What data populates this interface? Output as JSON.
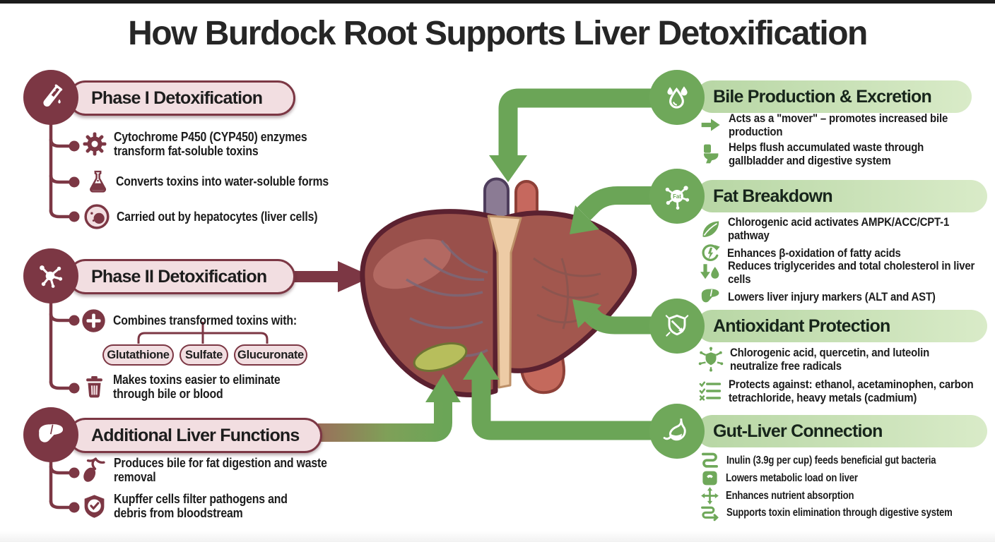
{
  "page": {
    "title": "How Burdock Root Supports Liver Detoxification"
  },
  "colors": {
    "maroon": "#7C3744",
    "maroon_dark": "#5B2130",
    "pill_pink": "#F2DEE1",
    "green": "#6FA85A",
    "arrow_green": "#6BA557",
    "pill_green": "#CDE3BA",
    "olive": "#9A6F5A",
    "text": "#1C1C1C"
  },
  "fat_icon_label": "Fat",
  "left_sections": [
    {
      "title": "Phase I Detoxification",
      "icon": "test-tube-icon",
      "bullets": [
        {
          "icon": "gear-icon",
          "text": "Cytochrome P450 (CYP450) enzymes transform fat-soluble toxins"
        },
        {
          "icon": "flask-icon",
          "text": "Converts toxins into water-soluble forms"
        },
        {
          "icon": "cell-icon",
          "text": "Carried out by hepatocytes (liver cells)"
        }
      ]
    },
    {
      "title": "Phase II Detoxification",
      "icon": "molecule-icon",
      "bullets": [
        {
          "icon": "plus-circle-icon",
          "text": "Combines transformed toxins with:"
        },
        {
          "icon": "trash-icon",
          "text": "Makes toxins easier to eliminate through bile or blood"
        }
      ],
      "conjugates": [
        "Glutathione",
        "Sulfate",
        "Glucuronate"
      ]
    },
    {
      "title": "Additional Liver Functions",
      "icon": "liver-icon",
      "bullets": [
        {
          "icon": "gallbladder-icon",
          "text": "Produces bile for fat digestion and waste removal"
        },
        {
          "icon": "shield-check-icon",
          "text": "Kupffer cells filter pathogens and debris from bloodstream"
        }
      ]
    }
  ],
  "right_sections": [
    {
      "title": "Bile Production & Excretion",
      "icon": "water-drops-icon",
      "bullets": [
        {
          "icon": "arrow-right-icon",
          "text": "Acts as a \"mover\" – promotes increased bile production"
        },
        {
          "icon": "toilet-icon",
          "text": "Helps flush accumulated waste through gallbladder and digestive system"
        }
      ]
    },
    {
      "title": "Fat Breakdown",
      "icon": "fat-molecule-icon",
      "bullets": [
        {
          "icon": "leaf-icon",
          "text": "Chlorogenic acid activates AMPK/ACC/CPT-1 pathway"
        },
        {
          "icon": "beta-oxidation-icon",
          "text": "Enhances β-oxidation of fatty acids"
        },
        {
          "icon": "reduce-lipids-icon",
          "text": "Reduces triglycerides and total cholesterol in liver cells"
        },
        {
          "icon": "liver-markers-icon",
          "text": "Lowers liver injury markers (ALT and AST)"
        }
      ]
    },
    {
      "title": "Antioxidant Protection",
      "icon": "shield-arrows-icon",
      "bullets": [
        {
          "icon": "radical-shield-icon",
          "text": "Chlorogenic acid, quercetin, and luteolin neutralize free radicals"
        },
        {
          "icon": "checklist-icon",
          "text": "Protects against: ethanol, acetaminophen, carbon tetrachloride, heavy metals (cadmium)"
        }
      ]
    },
    {
      "title": "Gut-Liver Connection",
      "icon": "stomach-icon",
      "bullets": [
        {
          "icon": "intestine-icon",
          "text": "Inulin (3.9g per cup) feeds beneficial gut bacteria"
        },
        {
          "icon": "scale-icon",
          "text": "Lowers metabolic load on liver"
        },
        {
          "icon": "absorption-icon",
          "text": "Enhances nutrient absorption"
        },
        {
          "icon": "elimination-icon",
          "text": "Supports toxin elimination through digestive system"
        }
      ]
    }
  ]
}
